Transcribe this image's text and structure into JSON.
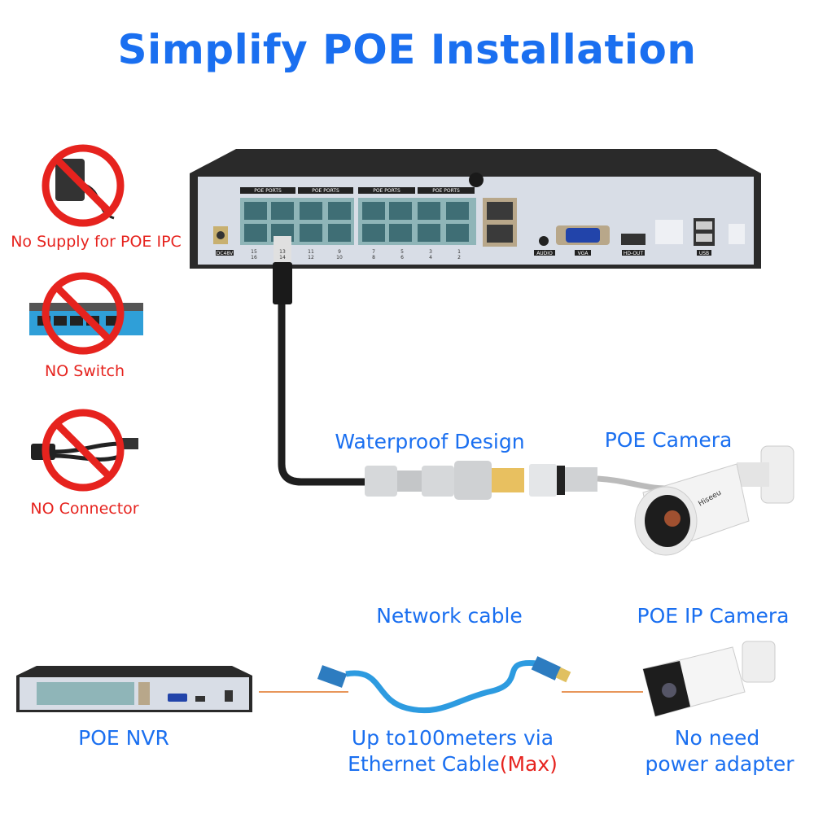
{
  "title": "Simplify POE Installation",
  "colors": {
    "title": "#1a6ff0",
    "warning": "#e6231e",
    "cable": "#2d9be0",
    "guide_line": "#e8965a"
  },
  "not_needed": [
    {
      "label": "No Supply for POE IPC",
      "icon": "power-adapter-icon"
    },
    {
      "label": "NO Switch",
      "icon": "network-switch-icon"
    },
    {
      "label": "NO Connector",
      "icon": "poe-splitter-icon"
    }
  ],
  "nvr_panel": {
    "poe_ports_label": "POE PORTS",
    "port_numbers_top": [
      "15",
      "13",
      "11",
      "9",
      "7",
      "5",
      "3",
      "1"
    ],
    "port_numbers_bottom": [
      "16",
      "14",
      "12",
      "10",
      "8",
      "6",
      "4",
      "2"
    ],
    "dc_label": "DC48V",
    "audio_label": "AUDIO",
    "vga_label": "VGA",
    "hdmi_label": "HD-OUT",
    "usb_label": "USB"
  },
  "top_labels": {
    "waterproof": "Waterproof Design",
    "camera": "POE Camera"
  },
  "camera_logo": "Hiseeu",
  "bottom": {
    "nvr_label": "POE NVR",
    "cable_label": "Network cable",
    "camera_label": "POE IP Camera",
    "distance_line1": "Up to100meters via",
    "distance_line2": "Ethernet Cable",
    "distance_max": "(Max)",
    "camera_note_line1": "No need",
    "camera_note_line2": "power adapter"
  }
}
